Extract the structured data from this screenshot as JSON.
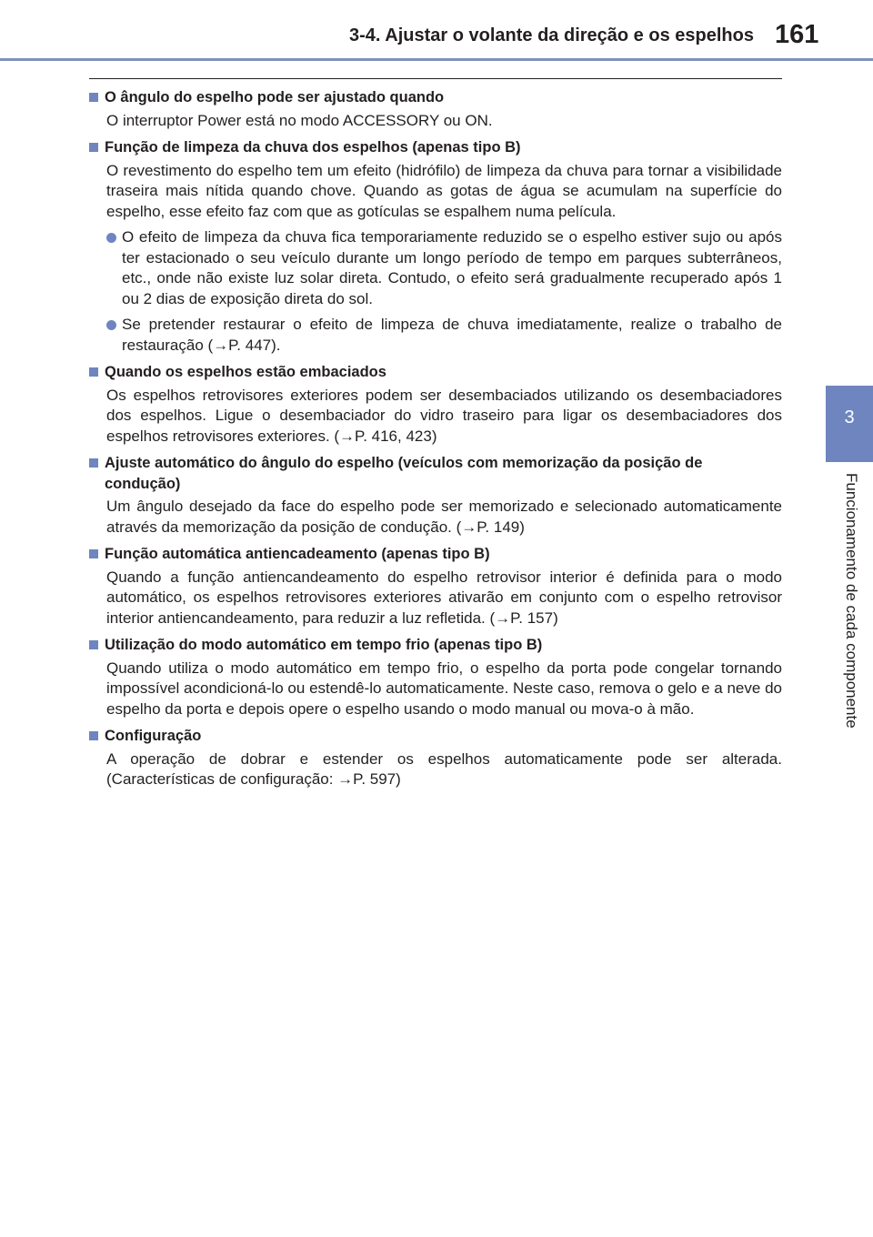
{
  "header": {
    "title": "3-4. Ajustar o volante da direção e os espelhos",
    "page_number": "161"
  },
  "side_tab": {
    "number": "3",
    "label": "Funcionamento de cada componente"
  },
  "colors": {
    "accent": "#6f85bf",
    "header_rule": "#7d90bd",
    "text": "#231f20"
  },
  "icons": {
    "section_marker": "square-icon",
    "bullet_marker": "circle-icon"
  },
  "sections": [
    {
      "heading": "O ângulo do espelho pode ser ajustado quando",
      "body": "O interruptor Power está no modo ACCESSORY ou ON.",
      "bullets": []
    },
    {
      "heading": "Função de limpeza da chuva dos espelhos (apenas tipo B)",
      "body": "O revestimento do espelho tem um efeito (hidrófilo) de limpeza da chuva para tornar a visibilidade traseira mais nítida quando chove. Quando as gotas de água se acumulam na superfície do espelho, esse efeito faz com que as gotículas se espalhem numa película.",
      "bullets": [
        "O efeito de limpeza da chuva fica temporariamente reduzido se o espelho estiver sujo ou após ter estacionado o seu veículo durante um longo período de tempo em parques subterrâneos, etc., onde não existe luz solar direta. Contudo, o efeito será gradualmente recuperado após 1 ou 2 dias de exposição direta do sol.",
        "Se pretender restaurar o efeito de limpeza de chuva imediatamente, realize o trabalho de restauração (→P. 447)."
      ]
    },
    {
      "heading": "Quando os espelhos estão embaciados",
      "body": "Os espelhos retrovisores exteriores podem ser desembaciados utilizando os desembaciadores dos espelhos. Ligue o desembaciador do vidro traseiro para ligar os desembaciadores dos espelhos retrovisores exteriores. (→P. 416, 423)",
      "bullets": []
    },
    {
      "heading": "Ajuste automático do ângulo do espelho (veículos com memorização da posição de condução)",
      "body": "Um ângulo desejado da face do espelho pode ser memorizado e selecionado automaticamente através da memorização da posição de condução. (→P. 149)",
      "bullets": []
    },
    {
      "heading": "Função automática antiencadeamento (apenas tipo B)",
      "body": "Quando a função antiencandeamento do espelho retrovisor interior é definida para o modo automático, os espelhos retrovisores exteriores ativarão em conjunto com o espelho retrovisor interior antiencandeamento, para reduzir a luz refletida. (→P. 157)",
      "bullets": []
    },
    {
      "heading": "Utilização do modo automático em tempo frio (apenas tipo B)",
      "body": "Quando utiliza o modo automático em tempo frio, o espelho da porta pode congelar tornando impossível acondicioná-lo ou estendê-lo automaticamente. Neste caso, remova o gelo e a neve do espelho da porta e depois opere o espelho usando o modo manual ou mova-o à mão.",
      "bullets": []
    },
    {
      "heading": "Configuração",
      "body": "A operação de dobrar e estender os espelhos automaticamente pode ser alterada. (Características de configuração: →P. 597)",
      "bullets": []
    }
  ]
}
